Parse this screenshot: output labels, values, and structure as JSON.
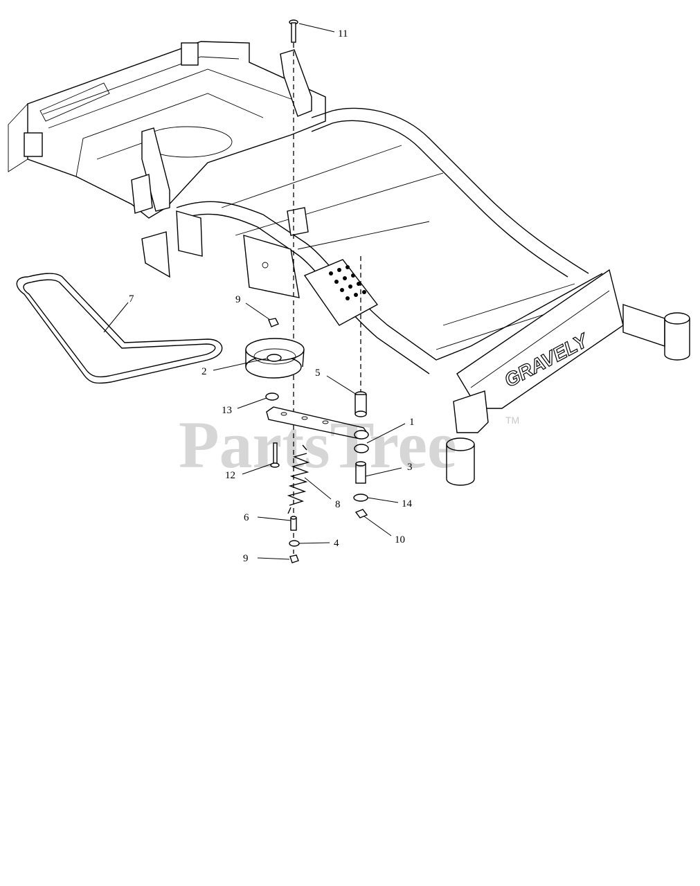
{
  "diagram": {
    "frame_logo_text": "GRAVELY",
    "watermark": {
      "text": "PartsTree",
      "tm": "TM"
    },
    "callouts": [
      {
        "id": "11",
        "label": "11"
      },
      {
        "id": "7",
        "label": "7"
      },
      {
        "id": "9-top",
        "label": "9"
      },
      {
        "id": "2",
        "label": "2"
      },
      {
        "id": "5",
        "label": "5"
      },
      {
        "id": "13",
        "label": "13"
      },
      {
        "id": "1",
        "label": "1"
      },
      {
        "id": "3",
        "label": "3"
      },
      {
        "id": "12",
        "label": "12"
      },
      {
        "id": "8",
        "label": "8"
      },
      {
        "id": "14",
        "label": "14"
      },
      {
        "id": "6",
        "label": "6"
      },
      {
        "id": "4",
        "label": "4"
      },
      {
        "id": "10",
        "label": "10"
      },
      {
        "id": "9-bottom",
        "label": "9"
      }
    ]
  }
}
